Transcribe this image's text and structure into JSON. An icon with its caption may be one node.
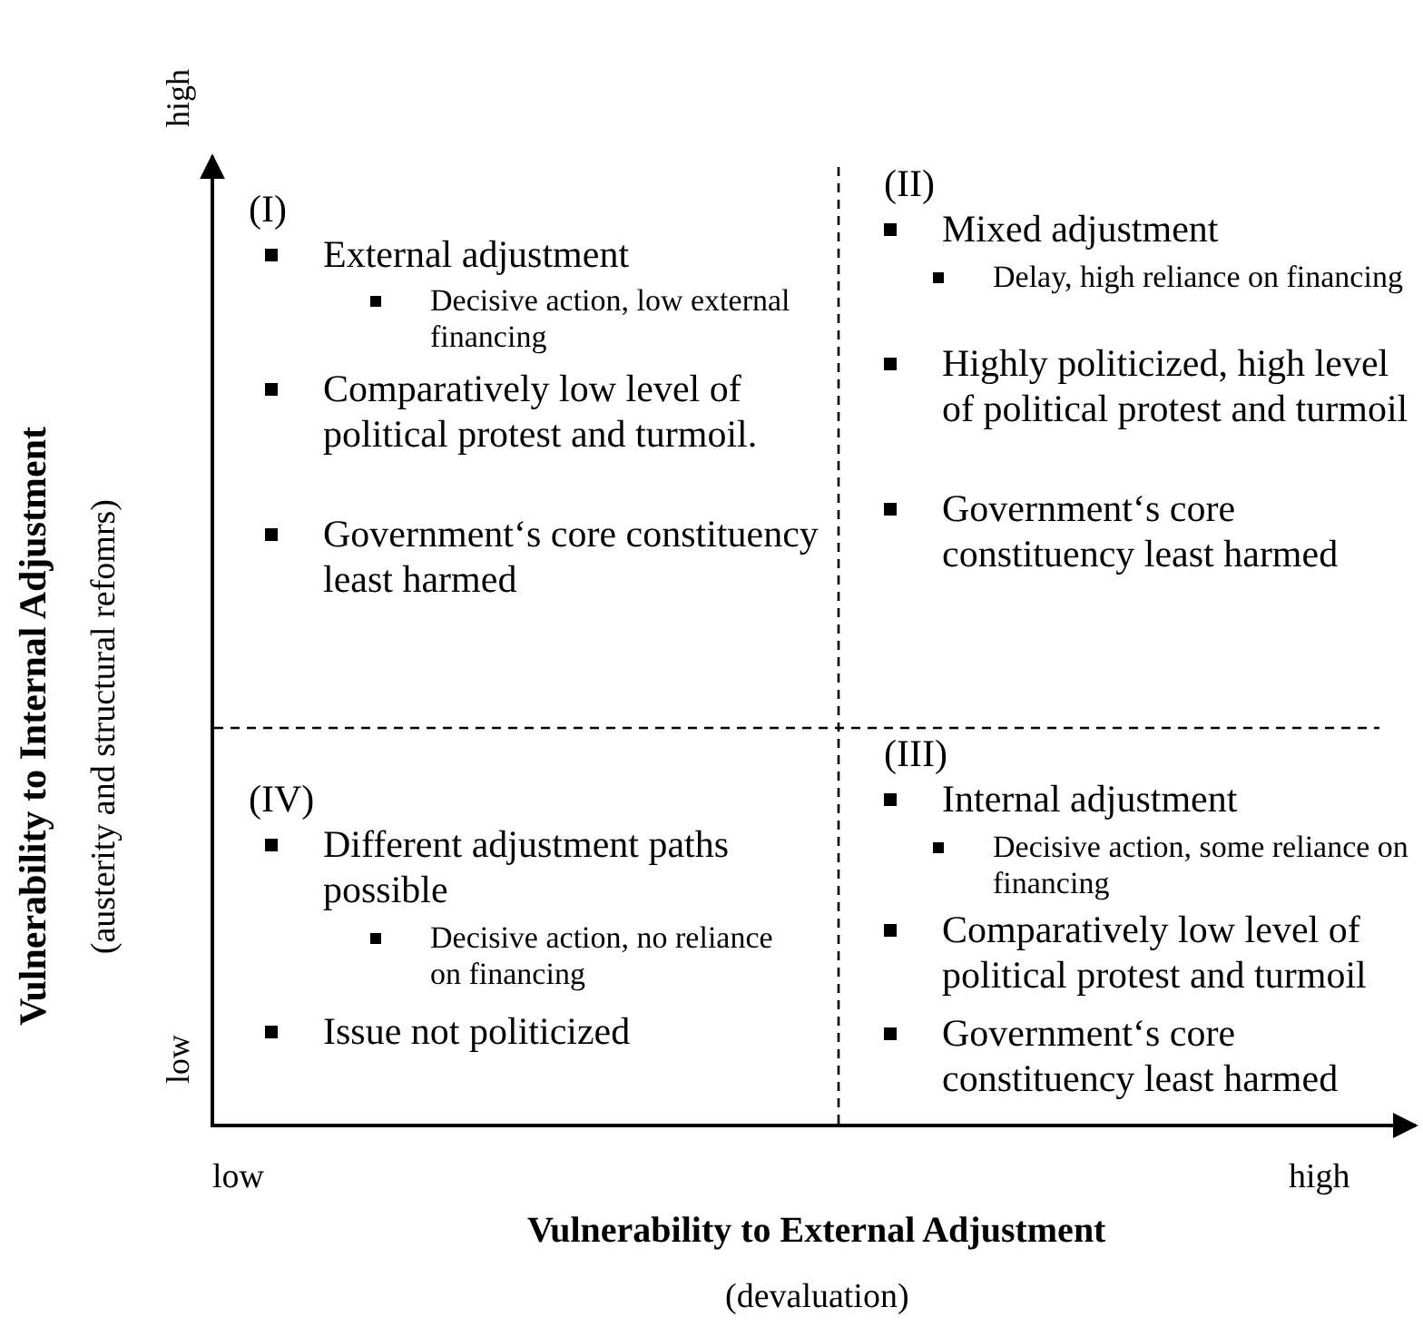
{
  "diagram": {
    "labels": [
      "high",
      "(I)",
      "External adjustment",
      "Decisive action, low external financing",
      "Comparatively low level of political protest and turmoil.",
      "Government‘s core constituency least harmed",
      "(II)",
      "Mixed adjustment",
      "Delay, high reliance on financing",
      "Highly politicized, high level of political protest and turmoil",
      "Government‘s core constituency least harmed",
      "Vulnerability to Internal Adjustment",
      "(austerity and structural refomrs)",
      "(IV)",
      "Different adjustment paths possible",
      "Decisive action, no reliance on financing",
      "Issue not politicized",
      "(III)",
      "Internal adjustment",
      "Decisive action, some reliance on financing",
      "Comparatively low level of political protest and turmoil",
      "Government‘s core constituency least harmed",
      "low",
      "low",
      "high",
      "Vulnerability to External Adjustment",
      "(devaluation)"
    ]
  }
}
